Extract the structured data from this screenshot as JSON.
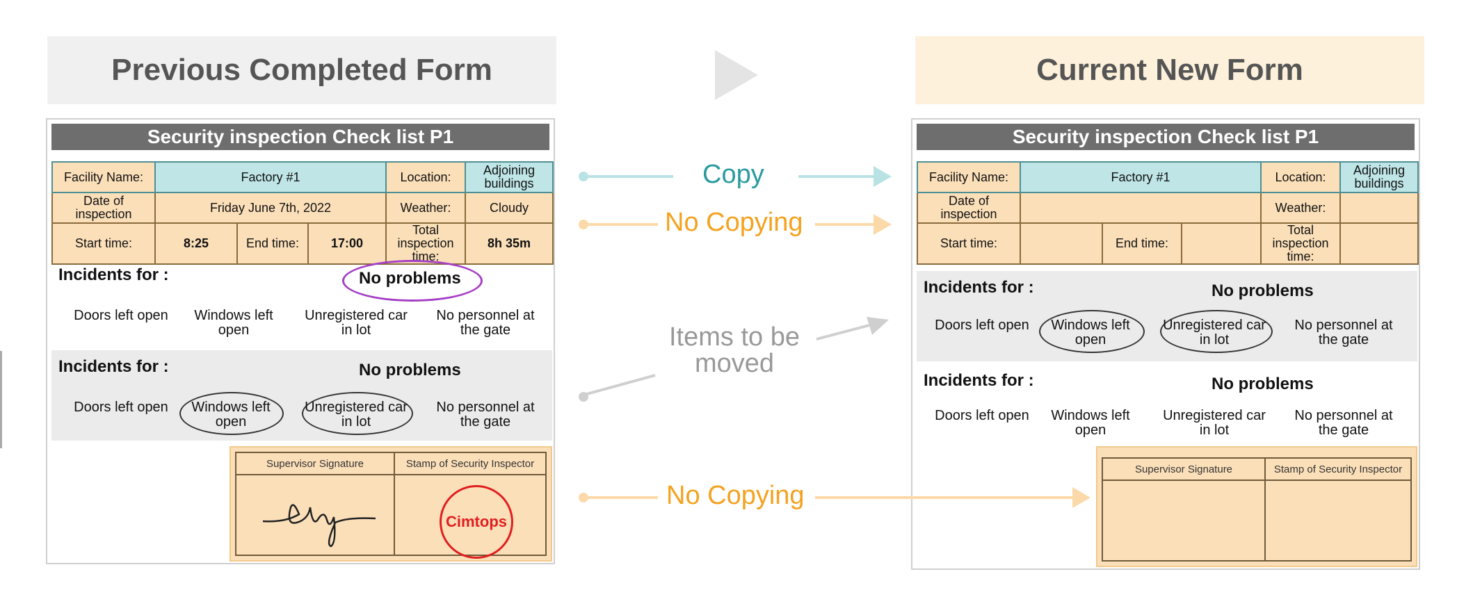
{
  "banners": {
    "previous": "Previous Completed Form",
    "current": "Current New Form"
  },
  "form_title": "Security inspection Check list P1",
  "labels": {
    "facility_name": "Facility Name:",
    "location": "Location:",
    "date_of_inspection": "Date of inspection",
    "weather": "Weather:",
    "start_time": "Start time:",
    "end_time": "End time:",
    "total_inspection_time": "Total inspection time:",
    "incidents_for": "Incidents for :",
    "no_problems": "No problems",
    "supervisor_signature": "Supervisor Signature",
    "stamp": "Stamp of Security Inspector"
  },
  "incident_items": [
    "Doors left open",
    "Windows left open",
    "Unregistered car in lot",
    "No personnel at the gate"
  ],
  "previous_form": {
    "facility_name": "Factory #1",
    "location": "Adjoining buildings",
    "date": "Friday June 7th, 2022",
    "weather": "Cloudy",
    "start_time": "8:25",
    "end_time": "17:00",
    "total_time": "8h 35m",
    "stamp_text": "Cimtops"
  },
  "current_form": {
    "facility_name": "Factory #1",
    "location": "Adjoining buildings"
  },
  "arrows": {
    "copy": "Copy",
    "no_copying_1": "No Copying",
    "items_moved": "Items to be moved",
    "no_copying_2": "No Copying"
  },
  "colors": {
    "copy": "#2a9aa0",
    "no_copying": "#f4a21f",
    "moved": "#999999",
    "highlight": "#a53fc6",
    "stamp": "#e01f1f"
  }
}
